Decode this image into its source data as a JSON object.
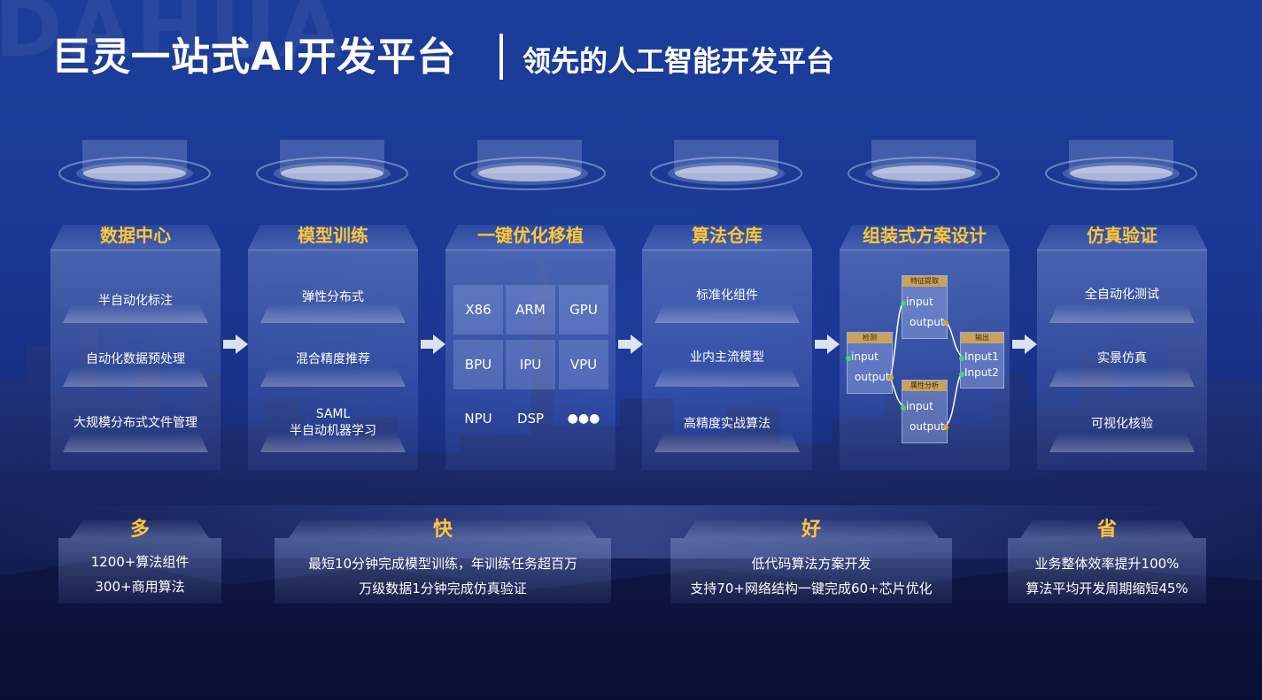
{
  "header": {
    "watermark": "DAHUA",
    "title": "巨灵一站式AI开发平台",
    "subtitle": "领先的人工智能开发平台"
  },
  "columns": [
    {
      "title": "数据中心",
      "items": [
        "半自动化标注",
        "自动化数据预处理",
        "大规模分布式文件管理"
      ]
    },
    {
      "title": "模型训练",
      "items": [
        "弹性分布式",
        "混合精度推荐",
        "SAML",
        "半自动机器学习"
      ]
    },
    {
      "title": "一键优化移植",
      "chips": [
        "X86",
        "ARM",
        "GPU",
        "BPU",
        "IPU",
        "VPU",
        "NPU",
        "DSP",
        "●●●"
      ]
    },
    {
      "title": "算法仓库",
      "items": [
        "标准化组件",
        "业内主流模型",
        "高精度实战算法"
      ]
    },
    {
      "title": "组装式方案设计",
      "nodes": {
        "detect": {
          "head": "检测",
          "in": "input",
          "out": "output"
        },
        "feature": {
          "head": "特征提取",
          "in": "input",
          "out": "output"
        },
        "attr": {
          "head": "属性分析",
          "in": "input",
          "out": "output"
        },
        "output": {
          "head": "输出",
          "in1": "Input1",
          "in2": "Input2"
        }
      }
    },
    {
      "title": "仿真验证",
      "items": [
        "全自动化测试",
        "实景仿真",
        "可视化核验"
      ]
    }
  ],
  "bottom": [
    {
      "title": "多",
      "lines": [
        "1200+算法组件",
        "300+商用算法"
      ]
    },
    {
      "title": "快",
      "lines": [
        "最短10分钟完成模型训练，年训练任务超百万",
        "万级数据1分钟完成仿真验证"
      ]
    },
    {
      "title": "好",
      "lines": [
        "低代码算法方案开发",
        "支持70+网络结构一键完成60+芯片优化"
      ]
    },
    {
      "title": "省",
      "lines": [
        "业务整体效率提升100%",
        "算法平均开发周期缩短45%"
      ]
    }
  ],
  "colors": {
    "accent": "#ffc63a",
    "background": "#1a3a95",
    "port_in": "#3ddc6a",
    "port_out": "#f0a020"
  },
  "icons": [
    "right-arrow-icon",
    "pedestal-light-icon",
    "skyline-background"
  ]
}
